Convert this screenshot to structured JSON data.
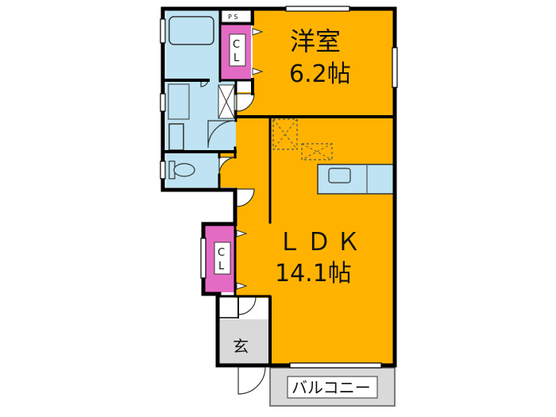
{
  "plan": {
    "rooms": {
      "western": {
        "name": "洋室",
        "size": "6.2帖"
      },
      "ldk": {
        "name": "ＬＤＫ",
        "size": "14.1帖"
      },
      "entrance": {
        "name": "玄"
      },
      "balcony": {
        "name": "バルコニー"
      },
      "closet_top": {
        "label_c": "C",
        "label_l": "L"
      },
      "closet_mid": {
        "label_c": "C",
        "label_l": "L"
      },
      "pipe_space": {
        "name": "P S"
      }
    },
    "colors": {
      "room": "#FFB300",
      "closet": "#E46BC4",
      "wet": "#BFE3F2",
      "entrance": "#D9D9D9",
      "balcony": "#D9D9D9",
      "wall": "#000000"
    }
  }
}
